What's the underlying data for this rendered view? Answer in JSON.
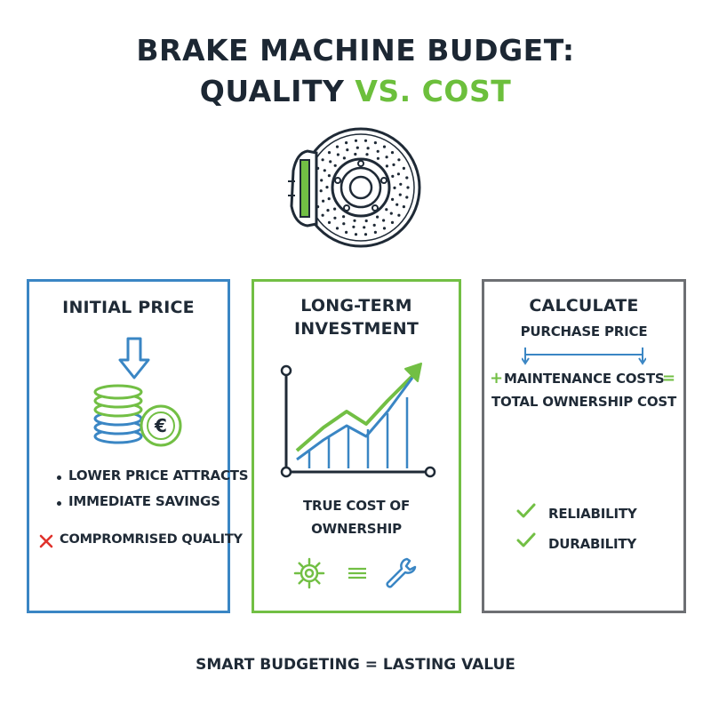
{
  "title": {
    "line1": "BRAKE MACHINE BUDGET:",
    "line2_dark": "QUALITY ",
    "line2_accent": "VS. COST"
  },
  "colors": {
    "blue": "#3a86c4",
    "green": "#72bf44",
    "gray": "#6d6f73",
    "red": "#e0322c",
    "text": "#1f2a36"
  },
  "hero": {
    "icon": "brake-disc-caliper-icon"
  },
  "panels": [
    {
      "heading": "INITIAL PRICE",
      "icons": [
        "down-arrow-icon",
        "coin-stack-euro-icon"
      ],
      "bullets": [
        "LOWER PRICE ATTRACTS",
        "IMMEDIATE SAVINGS"
      ],
      "warning": "COMPROMRISED QUALITY",
      "warning_icon": "cross-icon"
    },
    {
      "heading_line1": "LONG-TERM",
      "heading_line2": "INVESTMENT",
      "chart_icon": "rising-trend-chart-icon",
      "caption_line1": "TRUE COST OF",
      "caption_line2": "OWNERSHIP",
      "bottom_icons": [
        "gear-icon",
        "equals-icon",
        "wrench-icon"
      ]
    },
    {
      "heading": "CALCULATE",
      "line1": "PURCHASE PRICE",
      "plus": "+",
      "line2": "MAINTENANCE COSTS",
      "equals": "=",
      "line3": "TOTAL OWNERSHIP COST",
      "checks": [
        "RELIABILITY",
        "DURABILITY"
      ],
      "check_icon": "checkmark-icon"
    }
  ],
  "footer": "SMART BUDGETING = LASTING VALUE"
}
